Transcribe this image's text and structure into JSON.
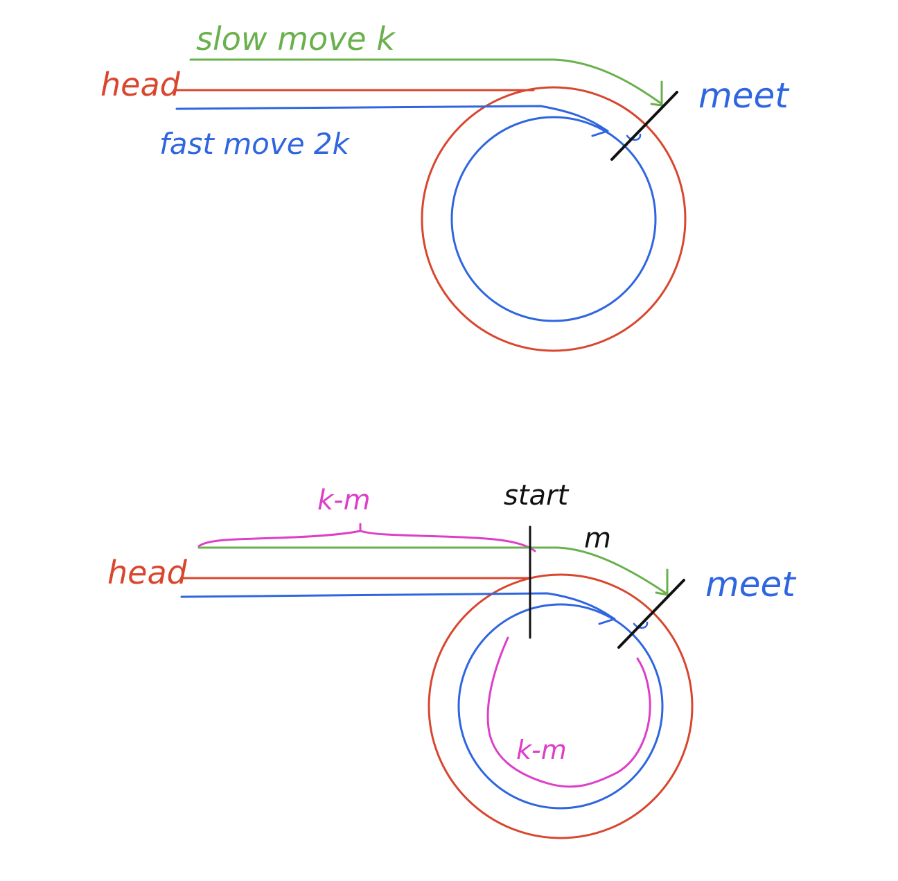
{
  "colors": {
    "red": "#d9462e",
    "blue": "#2f66e0",
    "green": "#6ab04c",
    "magenta": "#dd3fc8",
    "black": "#111111",
    "background": "#ffffff"
  },
  "diagram_top": {
    "label_slow": "slow move k",
    "label_head": "head",
    "label_fast": "fast move 2k",
    "label_meet": "meet"
  },
  "diagram_bottom": {
    "label_k_minus_m_top": "k-m",
    "label_start": "start",
    "label_m": "m",
    "label_head": "head",
    "label_meet": "meet",
    "label_k_minus_m_loop": "k-m"
  }
}
